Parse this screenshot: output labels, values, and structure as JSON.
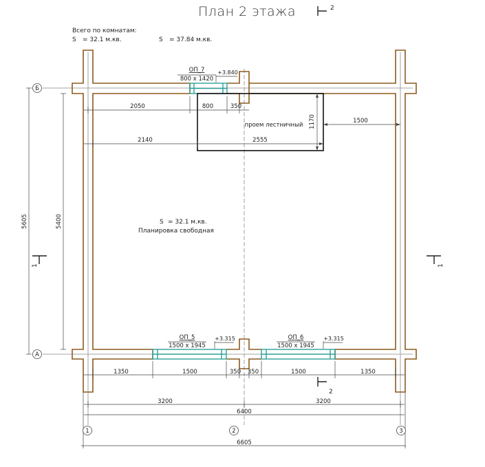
{
  "title": "План 2 этажа",
  "summary": {
    "heading": "Всего по комнатам:",
    "s_label": "S",
    "s_value1": "= 32.1 м.кв.",
    "s_value2": "= 37.84 м.кв."
  },
  "room": {
    "area_label": "S",
    "area_value": "= 32.1 м.кв.",
    "layout_note": "Планировка свободная",
    "stair_opening": "проем лестничный"
  },
  "openings": [
    {
      "id": "ОП_7",
      "size": "800 x 1420",
      "level": "+3.840"
    },
    {
      "id": "ОП_5",
      "size": "1500 x 1945",
      "level": "+3.315"
    },
    {
      "id": "ОП_6",
      "size": "1500 x 1945",
      "level": "+3.315"
    }
  ],
  "axes": {
    "letters": [
      "Б",
      "А"
    ],
    "numbers": [
      "1",
      "2",
      "3"
    ]
  },
  "section_marks": [
    "2",
    "2",
    "1",
    "1"
  ],
  "dimensions": {
    "top_2050": "2050",
    "top_800": "800",
    "top_350": "350",
    "mid_2140": "2140",
    "mid_2555": "2555",
    "stair_1170": "1170",
    "stair_1500": "1500",
    "left_5605": "5605",
    "left_5400": "5400",
    "bottom_1350a": "1350",
    "bottom_1500a": "1500",
    "bottom_350a": "350",
    "bottom_350b": "350",
    "bottom_1500b": "1500",
    "bottom_1350b": "1350",
    "row_3200a": "3200",
    "row_3200b": "3200",
    "row_6400": "6400",
    "row_6605": "6605"
  },
  "colors": {
    "wall": "#8B5A1E",
    "window": "#2AA198",
    "line": "#444444",
    "stair": "#111111"
  }
}
